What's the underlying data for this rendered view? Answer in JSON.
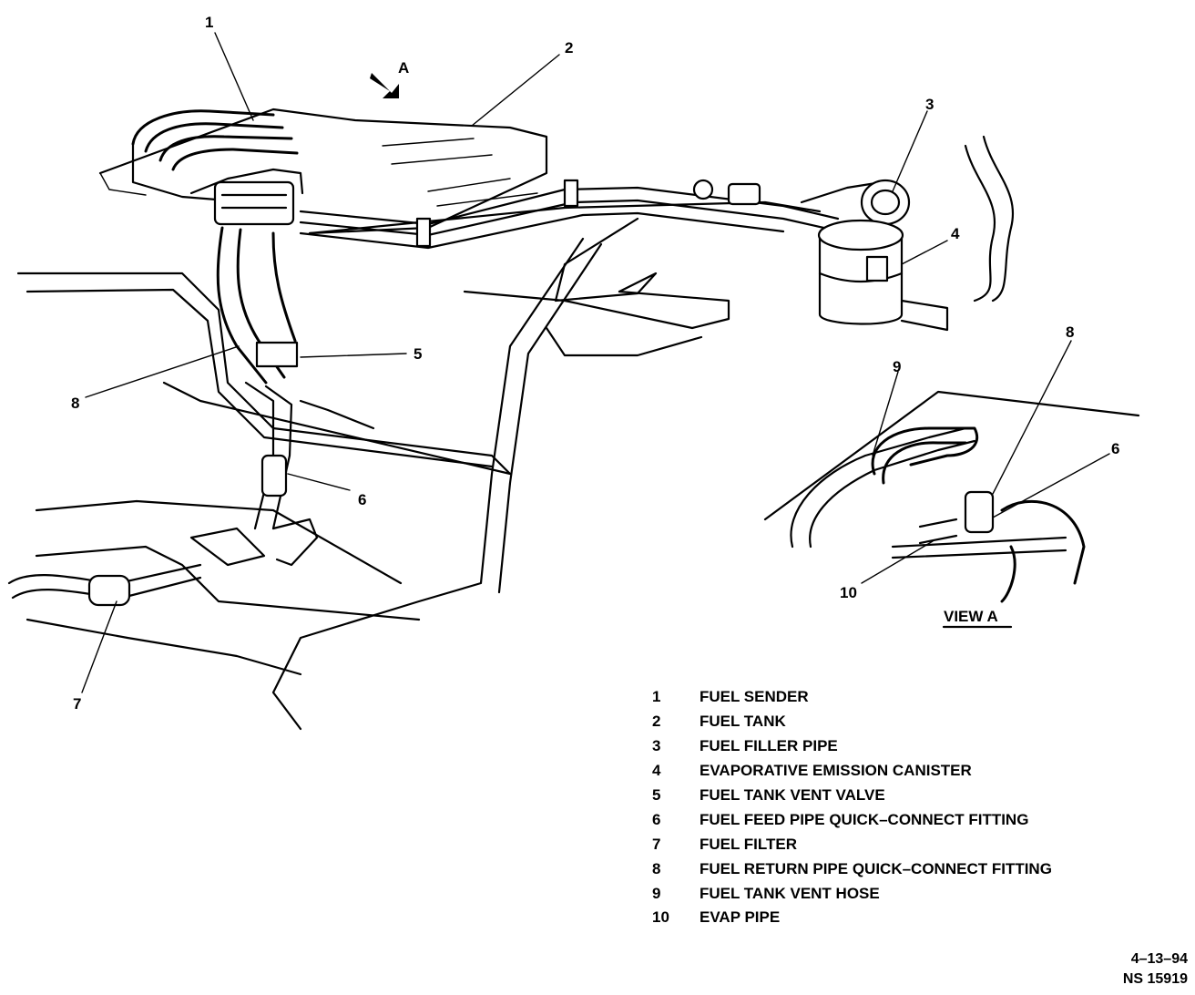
{
  "view_marker": "A",
  "view_title": "VIEW A",
  "callouts": [
    "1",
    "2",
    "3",
    "4",
    "5",
    "6",
    "7",
    "8",
    "9",
    "10",
    "6",
    "8"
  ],
  "legend": [
    {
      "num": "1",
      "label": "FUEL SENDER"
    },
    {
      "num": "2",
      "label": "FUEL TANK"
    },
    {
      "num": "3",
      "label": "FUEL FILLER PIPE"
    },
    {
      "num": "4",
      "label": "EVAPORATIVE EMISSION CANISTER"
    },
    {
      "num": "5",
      "label": "FUEL TANK VENT VALVE"
    },
    {
      "num": "6",
      "label": "FUEL FEED PIPE QUICK–CONNECT FITTING"
    },
    {
      "num": "7",
      "label": "FUEL FILTER"
    },
    {
      "num": "8",
      "label": "FUEL RETURN PIPE QUICK–CONNECT FITTING"
    },
    {
      "num": "9",
      "label": "FUEL TANK VENT HOSE"
    },
    {
      "num": "10",
      "label": "EVAP PIPE"
    }
  ],
  "stamp": {
    "date": "4–13–94",
    "code": "NS 15919"
  }
}
